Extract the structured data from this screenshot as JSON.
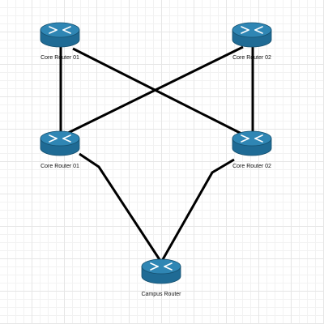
{
  "diagram": {
    "colors": {
      "router_body": "#1f6b95",
      "router_top": "#2f86b4",
      "router_edge": "#15506f",
      "arrow": "#ffffff",
      "link": "#000000"
    },
    "nodes": [
      {
        "id": "core-router-01-top",
        "label": "Core Router 01",
        "icon": "router-icon"
      },
      {
        "id": "core-router-02-top",
        "label": "Core Router 02",
        "icon": "router-icon"
      },
      {
        "id": "core-router-01-mid",
        "label": "Core Router 01",
        "icon": "router-icon"
      },
      {
        "id": "core-router-02-mid",
        "label": "Core Router 02",
        "icon": "router-icon"
      },
      {
        "id": "campus-router",
        "label": "Campus Router",
        "icon": "router-icon"
      }
    ],
    "links": [
      {
        "from": "core-router-01-top",
        "to": "core-router-01-mid"
      },
      {
        "from": "core-router-01-top",
        "to": "core-router-02-mid"
      },
      {
        "from": "core-router-02-top",
        "to": "core-router-01-mid"
      },
      {
        "from": "core-router-02-top",
        "to": "core-router-02-mid"
      },
      {
        "from": "core-router-01-mid",
        "to": "campus-router"
      },
      {
        "from": "core-router-02-mid",
        "to": "campus-router"
      }
    ]
  }
}
